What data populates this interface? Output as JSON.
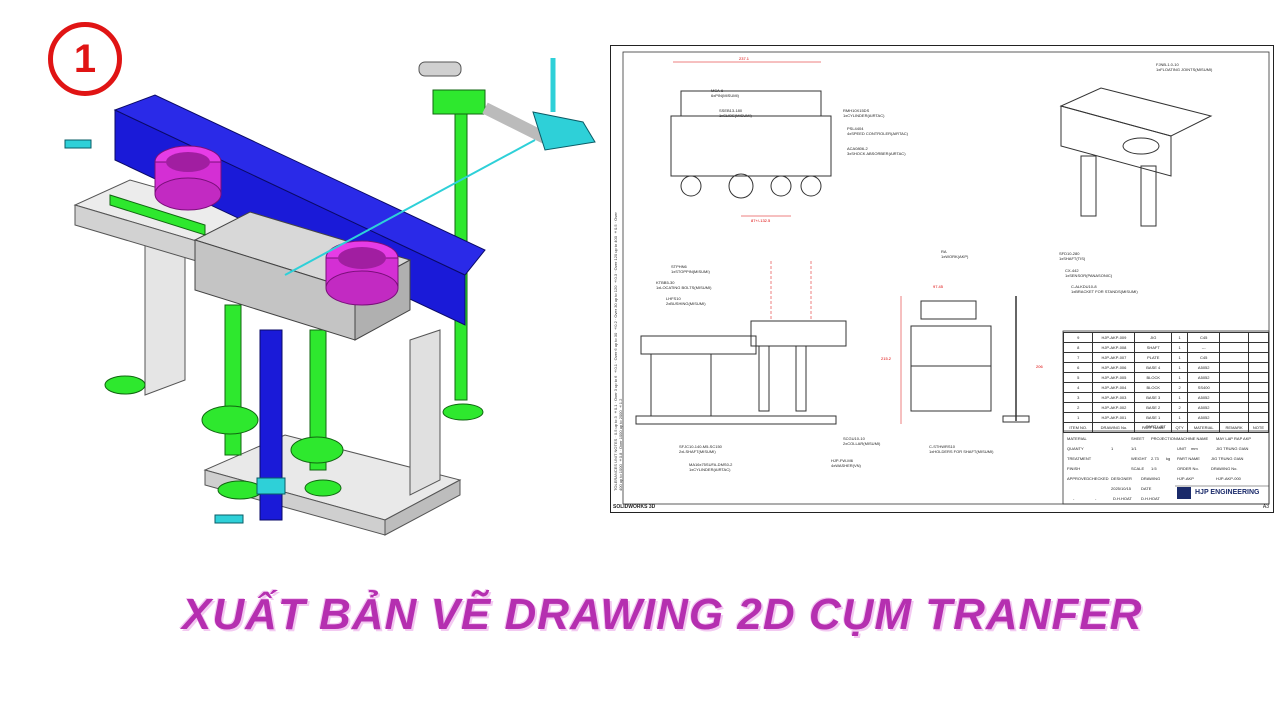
{
  "badge": {
    "number": "1"
  },
  "title": "XUẤT BẢN VẼ DRAWING 2D CỤM TRANFER",
  "colors": {
    "title": "#b52fb0",
    "badge": "#e01414",
    "frame_blue": "#1a1ad8",
    "pillar_green": "#2ee82e",
    "cup_magenta": "#e63ce6",
    "sensor_cyan": "#2ed0d8"
  },
  "sheet": {
    "software_label": "SOLIDWORKS 3D",
    "size_label": "A3",
    "tolerance_notes": [
      "TOLERANCES UNIT NOTES",
      "0.5 up to 3 ±0.1",
      "Over 3 up to 6 ±0.1",
      "Over 6 up to 30 ±0.2",
      "Over 30 up to 120 ±0.3",
      "Over 120 up to 400 ±0.5",
      "Over 400 up to 1000 ±0.8",
      "Over 1000 up to 2000 ±1.2"
    ],
    "top_callouts": [
      "MSA-6",
      "6xPIN(MISUMI)",
      "SSEB13-180",
      "1xSLIDE(MISUMI)",
      "RMH10X15DS",
      "1xCYLINDER(AIRTAC)",
      "PSL4404",
      "4xSPEED CONTROLER(AIRTAC)",
      "ACA0806-2",
      "3xSHOCK ABSORBER(AIRTAC)"
    ],
    "iso_callouts": [
      "FJNB-1.0-10",
      "1xFLOATING JOINTS(MISUMI)"
    ],
    "front_callouts": [
      "STPHN6",
      "1xSTOPPIN(MISUMI)",
      "KTBB5-30",
      "1xLOCATING BOLTS(MISUMI)",
      "LHFS10",
      "2xBUSHING(MISUMI)",
      "SFJC10-140-M5-SC150",
      "2xLSHAFT(MISUMI)",
      "MA16x75SUFA-DMS0-2",
      "1xCYLINDER(AIRTAC)",
      "SCGU10-10",
      "2xCOLLAR(MISUMI)",
      "HJP-FW-M6",
      "4xWASHER(VN)"
    ],
    "side_callouts": [
      "RA",
      "1xWORK(AKP)",
      "SFD10-280",
      "1xSHAFT(TIS)",
      "CX-442",
      "1xSENSOR(PANASONIC)",
      "C-ALKDU10-8",
      "1xBRACKET FOR STANDS(MISUMI)",
      "C-STHWRS10",
      "1xHOLDERS FOR SHAFT(MISUMI)"
    ],
    "dims": [
      "237.1",
      "87+/-132.5",
      "97.45",
      "215.2",
      "206"
    ],
    "bom": {
      "rows": [
        [
          "9",
          "HJP-AKP-009",
          "JIG",
          "1",
          "C45"
        ],
        [
          "8",
          "HJP-AKP-008",
          "SHAFT",
          "1",
          "---"
        ],
        [
          "7",
          "HJP-AKP-007",
          "PLATE",
          "1",
          "C45"
        ],
        [
          "6",
          "HJP-AKP-006",
          "BASE 4",
          "1",
          "A5052"
        ],
        [
          "5",
          "HJP-AKP-005",
          "BLOCK",
          "1",
          "A5052"
        ],
        [
          "4",
          "HJP-AKP-004",
          "BLOCK",
          "2",
          "SS400"
        ],
        [
          "3",
          "HJP-AKP-003",
          "BASE 3",
          "1",
          "A5052"
        ],
        [
          "2",
          "HJP-AKP-002",
          "BASE 2",
          "2",
          "A5052"
        ],
        [
          "1",
          "HJP-AKP-001",
          "BASE 1",
          "1",
          "A5052"
        ]
      ],
      "headers": [
        "ITEM NO.",
        "DRAWING No.",
        "PART NAME",
        "QTY",
        "MATERIAL",
        "REMARK",
        "NOTE"
      ],
      "caption": "PART LIST"
    },
    "title_block": {
      "labels": [
        "MATERIAL",
        "QUANTY",
        "TREATMENT",
        "FINISH",
        "SHEET",
        "PROJECTION",
        "WEIGHT",
        "SCALE",
        "UNIT",
        "PART NAME",
        "ORDER No.",
        "DRAWING No.",
        "MACHINE NAME",
        "APPROVED",
        "CHECKED",
        "DESIGNER",
        "DRAWING",
        "DATE"
      ],
      "values": {
        "quantity": "1",
        "sheet": "1/1",
        "weight": "2.73",
        "weight_unit": "kg",
        "scale": "1:5",
        "unit": "mm",
        "machine": "MAY LAP RAP AKP",
        "part_name": "JIG TRUNG GIAN",
        "drawing_no": "HJP-AKP-000",
        "date": "2025/10/15",
        "designer": "D.H.HOAT",
        "drawer": "D.H.HOAT",
        "order": "HJP-AKP",
        "approved": "-",
        "checked": "-"
      },
      "company": "HJP ENGINEERING"
    }
  }
}
